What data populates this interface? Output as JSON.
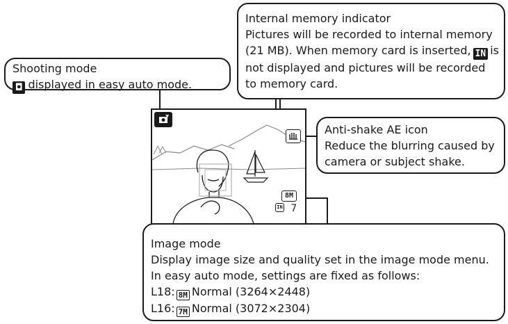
{
  "shooting_mode": {
    "title": "Shooting mode",
    "desc": "displayed in easy auto mode.",
    "icon": "easy-auto-camera-icon"
  },
  "internal_memory": {
    "title": "Internal memory indicator",
    "line1": "Pictures will be recorded to internal memory",
    "line2_pre": "(21 MB). When memory card is inserted,",
    "line2_post": "is",
    "line3": "not displayed and pictures will be recorded",
    "line4": "to memory card.",
    "icon": "internal-memory-icon",
    "icon_glyph": "IN"
  },
  "anti_shake": {
    "title": "Anti-shake AE icon",
    "line1": "Reduce the blurring caused by",
    "line2": "camera or subject shake.",
    "icon": "anti-shake-hand-icon"
  },
  "image_mode": {
    "title": "Image mode",
    "line1": "Display image size and quality set in the image mode menu.",
    "line2": "In easy auto mode, settings are fixed as follows:",
    "rows": [
      {
        "prefix": "L18:",
        "icon_glyph": "8M",
        "text": "Normal (3264×2448)"
      },
      {
        "prefix": "L16:",
        "icon_glyph": "7M",
        "text": "Normal (3072×2304)"
      }
    ]
  },
  "viewfinder": {
    "mode_icon_glyph": "✋",
    "shots_remaining": "7",
    "image_mode_glyph": "8M",
    "memory_glyph": "IN"
  },
  "colors": {
    "ink": "#1a1a1a",
    "background": "#ffffff",
    "sky_line": "#8a8a8a"
  }
}
